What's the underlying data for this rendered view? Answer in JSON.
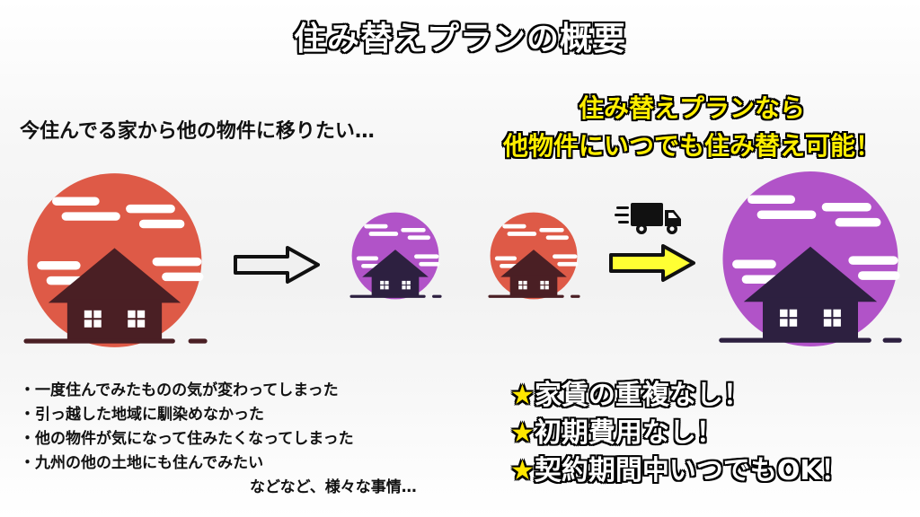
{
  "title": "住み替えプランの概要",
  "lead": "今住んでる家から他の物件に移りたい…",
  "promo": {
    "line1": "住み替えプランなら",
    "line2": "他物件にいつでも住み替え可能！"
  },
  "reasons": {
    "items": [
      "・一度住んでみたものの気が変わってしまった",
      "・引っ越した地域に馴染めなかった",
      "・他の物件が気になって住みたくなってしまった",
      "・九州の他の土地にも住んでみたい"
    ],
    "tail": "などなど、様々な事情…"
  },
  "benefits": {
    "star": "★",
    "items": [
      "家賃の重複なし！",
      "初期費用なし！",
      "契約期間中いつでもOK！"
    ]
  },
  "colors": {
    "sun_red": "#de5a47",
    "sun_purple": "#b153c8",
    "house_red": "#4a1f24",
    "house_purple": "#2d2040",
    "arrow_gray": "#f0f0f0",
    "arrow_yellow": "#ffff33",
    "promo_yellow": "#ffee00"
  },
  "icons": {
    "house_scene": "house-sunset-icon",
    "arrow": "right-arrow-icon",
    "truck": "moving-truck-icon"
  }
}
